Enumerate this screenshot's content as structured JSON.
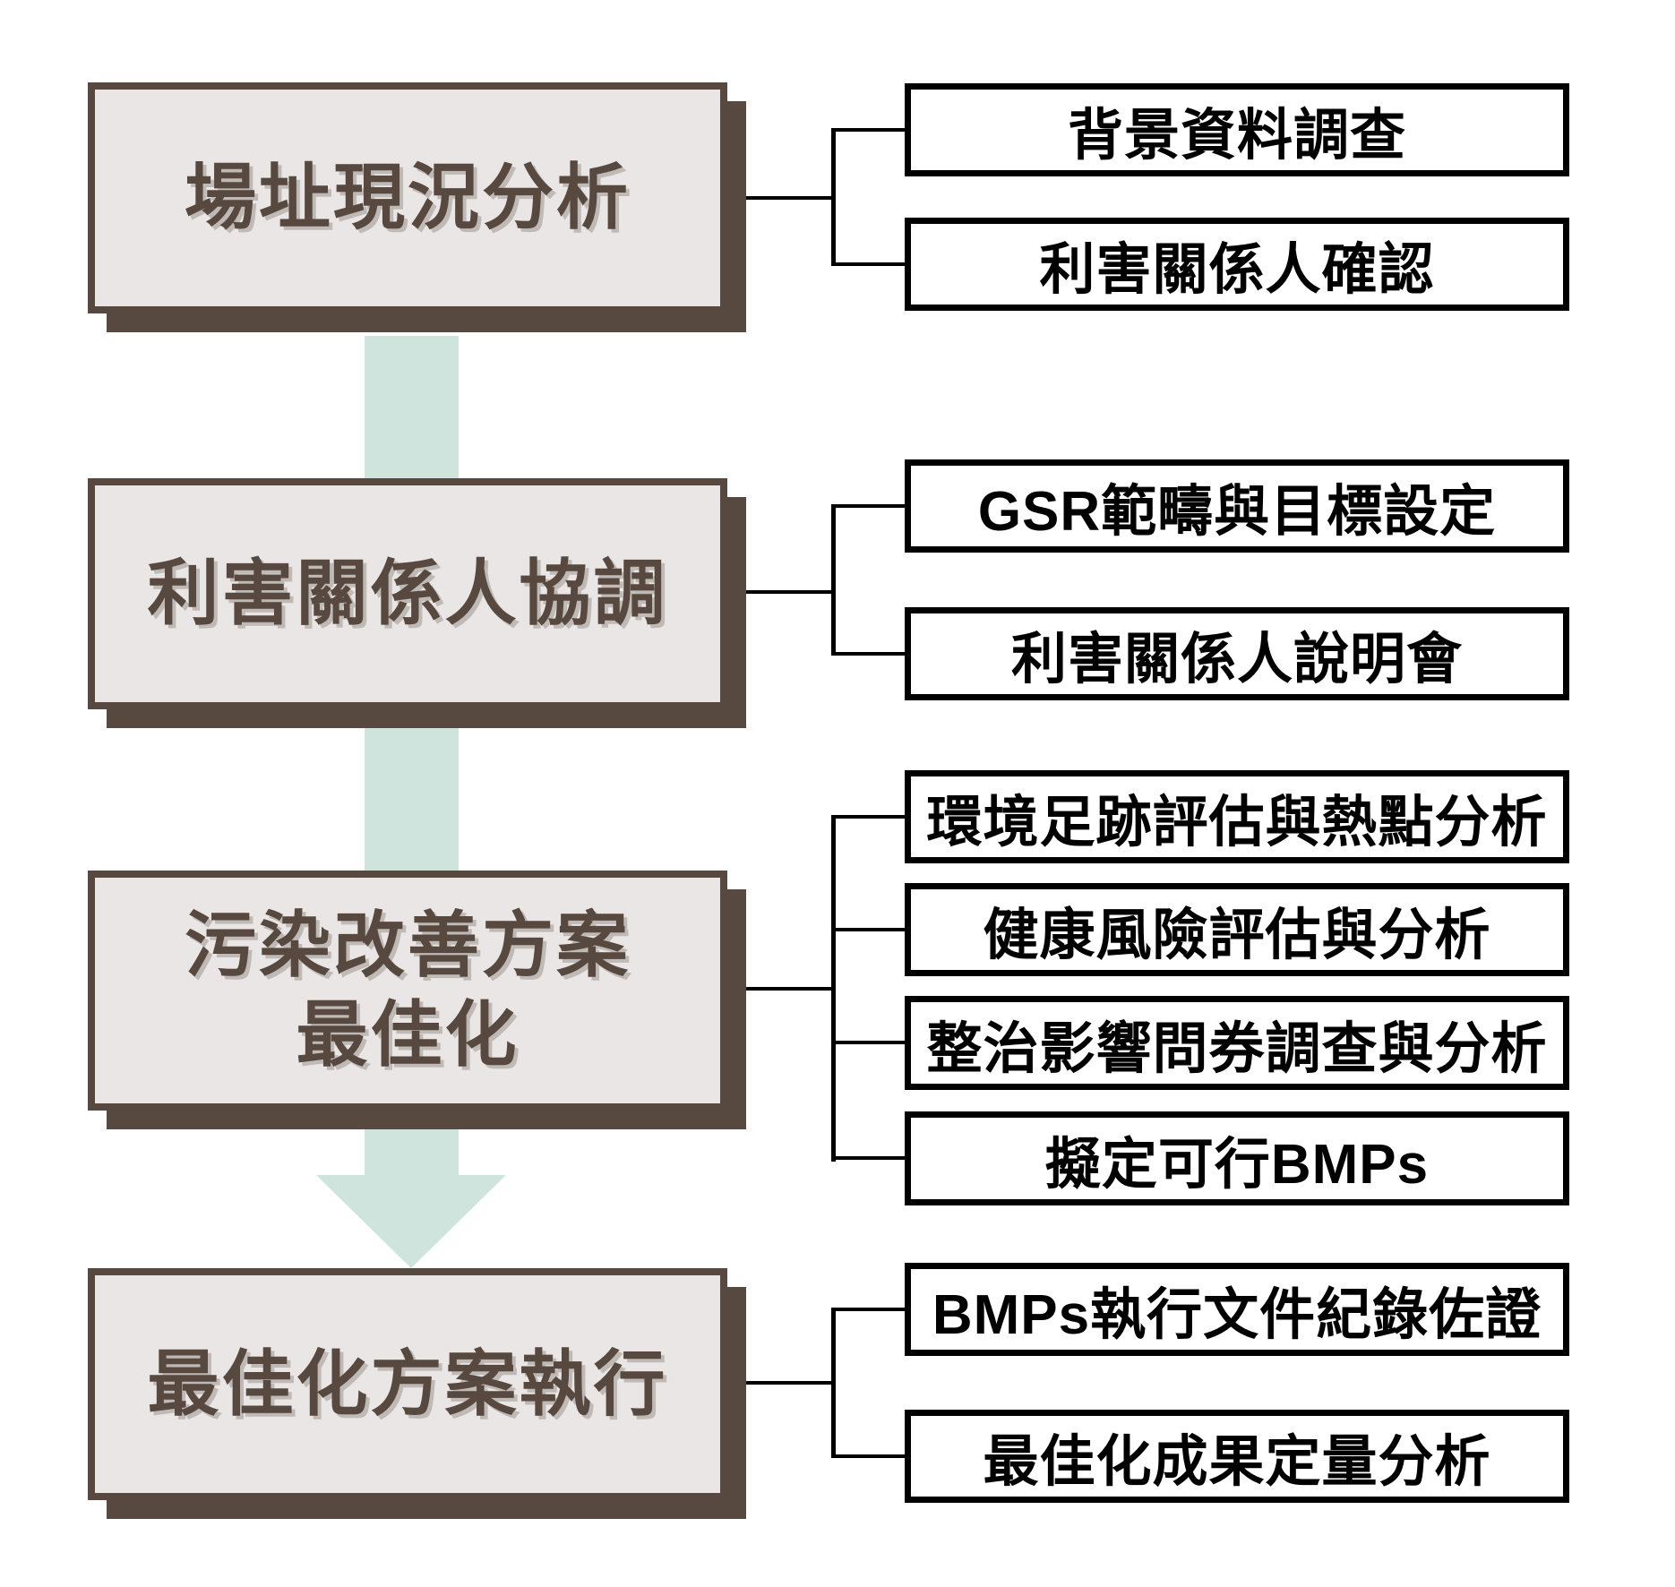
{
  "flowchart": {
    "stages": [
      {
        "label": "場址現況分析",
        "children": [
          "背景資料調查",
          "利害關係人確認"
        ]
      },
      {
        "label": "利害關係人協調",
        "children": [
          "GSR範疇與目標設定",
          "利害關係人說明會"
        ]
      },
      {
        "label": "污染改善方案\n最佳化",
        "children": [
          "環境足跡評估與熱點分析",
          "健康風險評估與分析",
          "整治影響問券調查與分析",
          "擬定可行BMPs"
        ]
      },
      {
        "label": "最佳化方案執行",
        "children": [
          "BMPs執行文件紀錄佐證",
          "最佳化成果定量分析"
        ]
      }
    ],
    "colors": {
      "stage_fill": "#e9e6e5",
      "stage_border": "#57493f",
      "stage_text": "#57493f",
      "child_fill": "#ffffff",
      "child_border": "#000000",
      "child_text": "#000000",
      "arrow": "#cee4dd",
      "connector": "#000000",
      "page_bg": "#ffffff"
    }
  }
}
